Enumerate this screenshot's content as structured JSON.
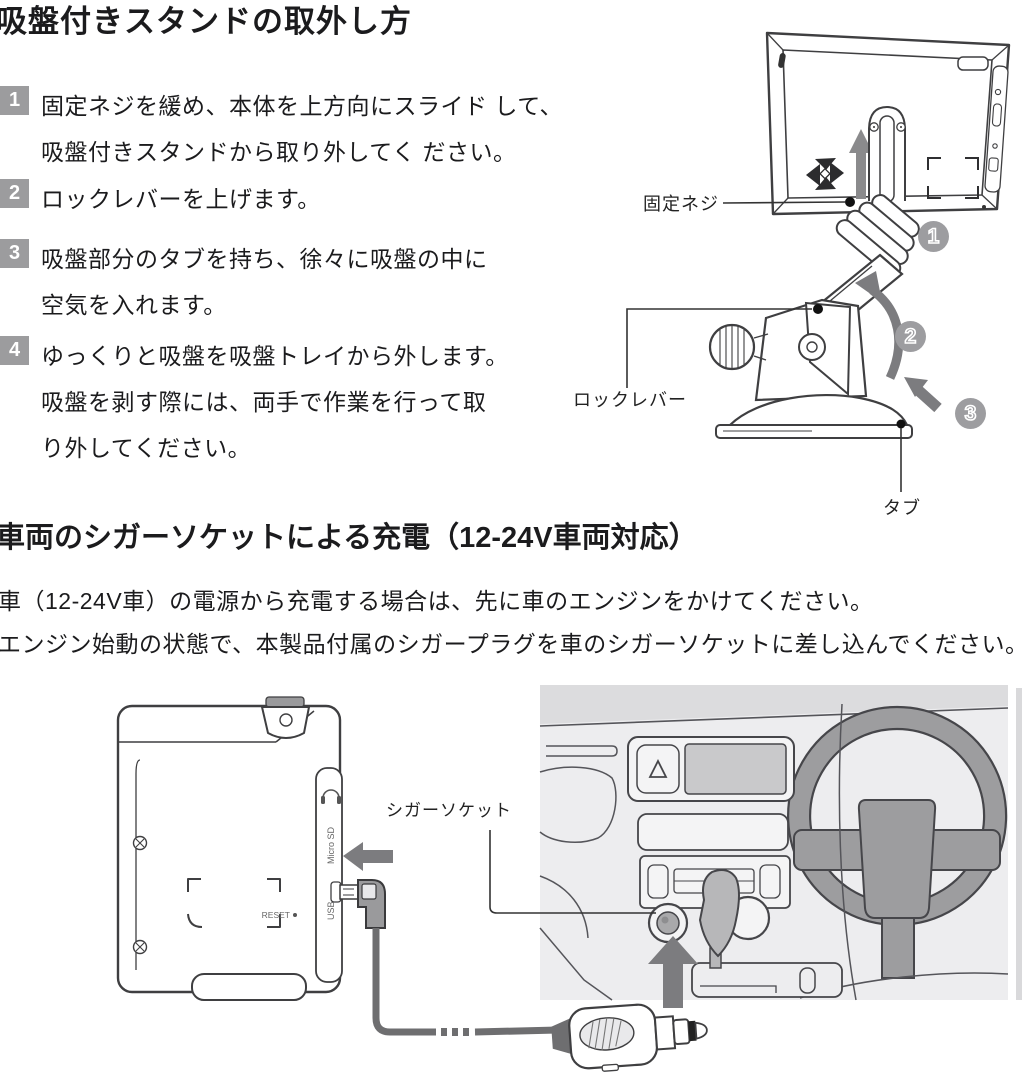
{
  "colors": {
    "text": "#1b1b1d",
    "step_badge_gray": "#9c9c9e",
    "marker_gray": "#9d9da0",
    "arrow_gray": "#7c7c7f",
    "dashboard_panel_gray": "#ededef",
    "dashboard_band_gray": "#dcdcde",
    "steering_wheel_gray": "#9d9d9f",
    "line_art_stroke": "#3f3f41"
  },
  "section1": {
    "title": "吸盤付きスタンドの取外し方",
    "steps": [
      {
        "num": "1",
        "lines": [
          "固定ネジを緩め、本体を上方向にスライド して、",
          "吸盤付きスタンドから取り外してく ださい。"
        ]
      },
      {
        "num": "2",
        "lines": [
          "ロックレバーを上げます。"
        ]
      },
      {
        "num": "3",
        "lines": [
          "吸盤部分のタブを持ち、徐々に吸盤の中に",
          "空気を入れます。"
        ]
      },
      {
        "num": "4",
        "lines": [
          "ゆっくりと吸盤を吸盤トレイから外します。",
          "吸盤を剥す際には、両手で作業を行って取",
          "り外してください。"
        ]
      }
    ],
    "figure": {
      "labels": {
        "fixing_screw": "固定ネジ",
        "lock_lever": "ロックレバー",
        "tab": "タブ"
      },
      "markers": [
        "1",
        "2",
        "3"
      ]
    }
  },
  "section2": {
    "title": "車両のシガーソケットによる充電（12-24V車両対応）",
    "paragraphs": [
      "車（12-24V車）の電源から充電する場合は、先に車のエンジンをかけてください。",
      "エンジン始動の状態で、本製品付属のシガープラグを車のシガーソケットに差し込んでください。"
    ],
    "figure": {
      "labels": {
        "cigar_socket": "シガーソケット"
      },
      "ports": {
        "micro_sd": "Micro SD",
        "usb": "USB",
        "reset": "RESET"
      }
    }
  }
}
